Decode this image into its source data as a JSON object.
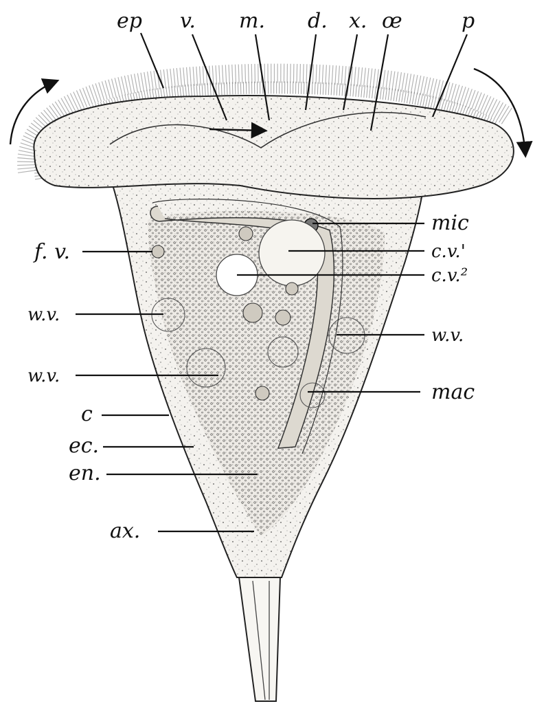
{
  "labels": {
    "ep": "ep",
    "v": "v.",
    "m": "m.",
    "d": "d.",
    "x": "x.",
    "oe": "œ",
    "p": "p",
    "mic": "mic",
    "cv1": "c.v.'",
    "cv2": "c.v.²",
    "fv": "f. v.",
    "wv_left_upper": "w.v.",
    "wv_left_lower": "w.v.",
    "wv_right": "w.v.",
    "mac": "mac",
    "c": "c",
    "ec": "ec.",
    "en": "en.",
    "ax": "ax."
  }
}
